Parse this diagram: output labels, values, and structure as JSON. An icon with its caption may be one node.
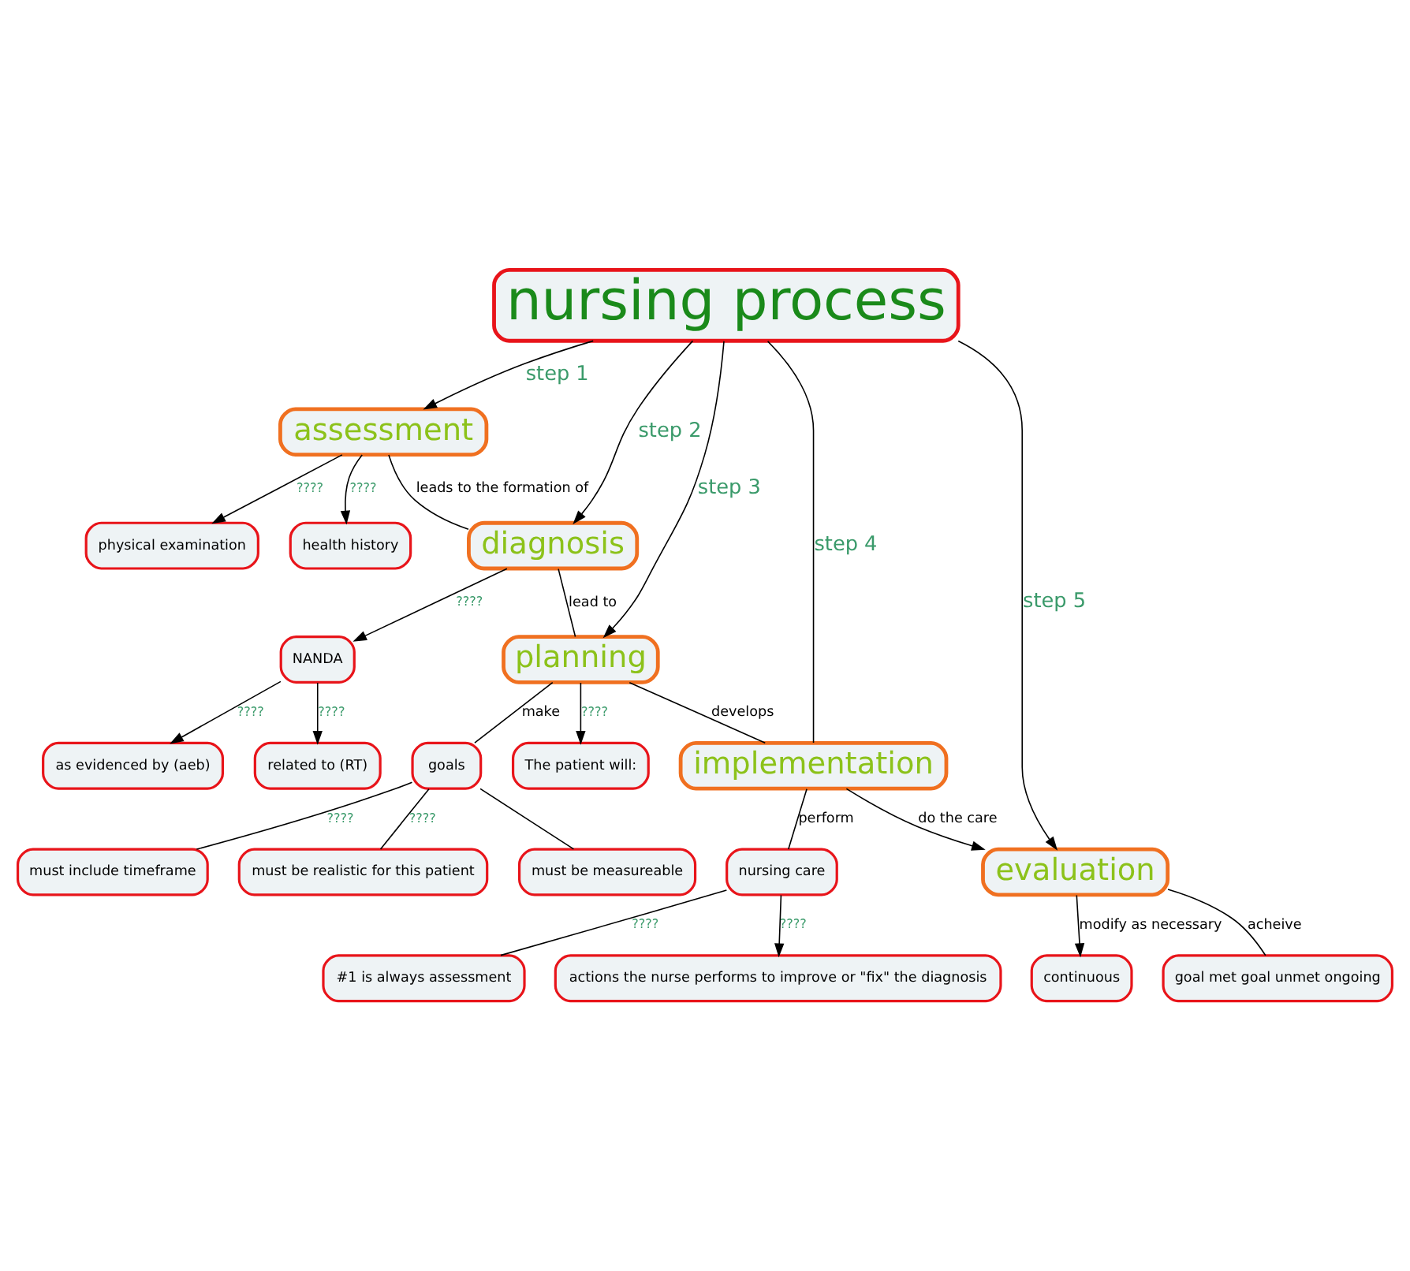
{
  "diagram": {
    "nodes": [
      {
        "text": [
          "health history"
        ]
      },
      {
        "text": [
          "physical examination"
        ]
      },
      {
        "text": [
          "NANDA"
        ]
      },
      {
        "text": [
          "related to (RT)"
        ]
      },
      {
        "text": [
          "as evidenced by (aeb)"
        ]
      },
      {
        "text": [
          "assessment"
        ]
      },
      {
        "text": [
          "diagnosis"
        ]
      },
      {
        "text": [
          "continuous"
        ]
      },
      {
        "text": [
          "nursing process"
        ]
      },
      {
        "text": [
          "The patient will:"
        ]
      },
      {
        "text": [
          "planning"
        ]
      },
      {
        "text": [
          "evaluation"
        ]
      },
      {
        "text": [
          "implementation"
        ]
      },
      {
        "text": [
          "goals"
        ]
      },
      {
        "text": [
          "must be measureable"
        ]
      },
      {
        "text": [
          "must include timeframe"
        ]
      },
      {
        "text": [
          "must be realistic for this patient"
        ]
      },
      {
        "text": [
          "goal met goal unmet ongoing"
        ]
      },
      {
        "text": [
          "nursing care"
        ]
      },
      {
        "text": [
          "#1 is always assessment"
        ]
      },
      {
        "text": [
          "actions the nurse performs to improve or \"fix\" the diagnosis"
        ]
      }
    ],
    "edges": [
      {
        "from": 8,
        "to": 5,
        "label": "step 1",
        "arrow": "to"
      },
      {
        "from": 8,
        "to": 6,
        "label": "step 2",
        "arrow": "to"
      },
      {
        "from": 5,
        "to": 0,
        "label": "????",
        "arrow": "to"
      },
      {
        "from": 5,
        "to": 1,
        "label": "????",
        "arrow": "to"
      },
      {
        "from": 5,
        "to": 6,
        "label": "leads to the formation of",
        "arrow": "none"
      },
      {
        "from": 6,
        "to": 2,
        "label": "????",
        "arrow": "to"
      },
      {
        "from": 2,
        "to": 3,
        "label": "????",
        "arrow": "to"
      },
      {
        "from": 2,
        "to": 4,
        "label": "????",
        "arrow": "to"
      },
      {
        "from": 6,
        "to": 10,
        "label": "lead to",
        "arrow": "none"
      },
      {
        "from": 8,
        "to": 10,
        "label": "step 3",
        "arrow": "to"
      },
      {
        "from": 10,
        "to": 9,
        "label": "????",
        "arrow": "to"
      },
      {
        "from": 8,
        "to": 12,
        "label": "step 4",
        "arrow": "none"
      },
      {
        "from": 8,
        "to": 11,
        "label": "step 5",
        "arrow": "to"
      },
      {
        "from": 11,
        "to": 7,
        "label": "modify as necessary",
        "arrow": "to"
      },
      {
        "from": 12,
        "to": 11,
        "label": "do the care",
        "arrow": "to"
      },
      {
        "from": 10,
        "to": 12,
        "label": "develops",
        "arrow": "none"
      },
      {
        "from": 10,
        "to": 13,
        "label": "make",
        "arrow": "none"
      },
      {
        "from": 13,
        "to": 14,
        "arrow": "none"
      },
      {
        "from": 13,
        "to": 15,
        "label": "????",
        "arrow": "none"
      },
      {
        "from": 13,
        "to": 16,
        "label": "????",
        "arrow": "none"
      },
      {
        "from": 11,
        "to": 17,
        "label": "acheive",
        "arrow": "none"
      },
      {
        "from": 12,
        "to": 18,
        "label": "perform",
        "arrow": "none"
      },
      {
        "from": 18,
        "to": 19,
        "label": "????",
        "arrow": "none"
      },
      {
        "from": 18,
        "to": 20,
        "label": "????",
        "arrow": "to"
      }
    ]
  }
}
